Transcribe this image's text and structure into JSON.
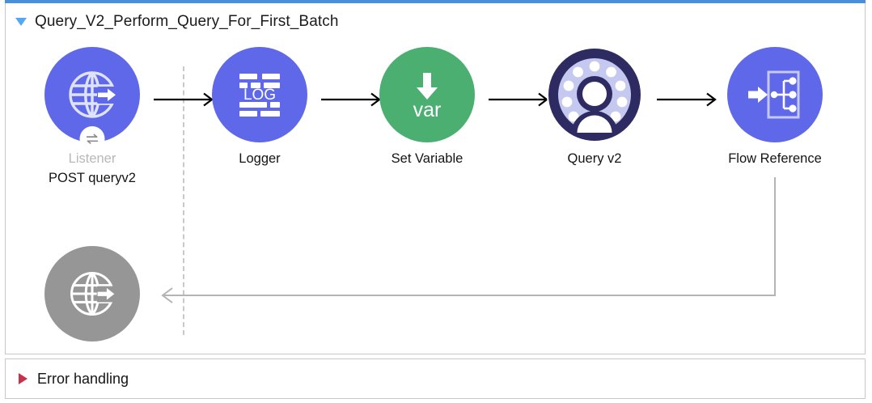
{
  "window": {
    "accent_color": "#4a90d9",
    "canvas_background": "#ffffff",
    "border_color": "#c8c8c8"
  },
  "flow": {
    "title": "Query_V2_Perform_Query_For_First_Batch",
    "toggle_icon": "triangle-down-icon",
    "expanded": true
  },
  "nodes": [
    {
      "id": "listener",
      "icon": "globe-arrow-icon",
      "badge_icon": "bidirectional-arrows-icon",
      "label": "Listener",
      "sublabel": "POST queryv2",
      "color": "#5f68e8",
      "label_muted": true
    },
    {
      "id": "logger",
      "icon": "log-icon",
      "icon_text": "LOG",
      "label": "Logger",
      "sublabel": "",
      "color": "#5f68e8",
      "label_muted": false
    },
    {
      "id": "set-variable",
      "icon": "var-down-arrow-icon",
      "icon_text": "var",
      "label": "Set Variable",
      "sublabel": "",
      "color": "#4caf72",
      "label_muted": false
    },
    {
      "id": "query-v2",
      "icon": "user-ring-icon",
      "label": "Query v2",
      "sublabel": "",
      "color": "#2e2a62",
      "label_muted": false
    },
    {
      "id": "flow-reference",
      "icon": "flow-reference-icon",
      "label": "Flow Reference",
      "sublabel": "",
      "color": "#5f68e8",
      "label_muted": false
    }
  ],
  "error_node": {
    "id": "error-listener",
    "icon": "globe-arrow-icon",
    "label": "",
    "color": "#969696"
  },
  "connectors": {
    "forward_arrow_color": "#000000",
    "return_arrow_color": "#b4b4b4",
    "divider_style": "dashed",
    "divider_color": "#c9c9c9"
  },
  "error_handling": {
    "toggle_icon": "triangle-right-icon",
    "label": "Error handling",
    "expanded": false,
    "toggle_color": "#c9304a"
  }
}
